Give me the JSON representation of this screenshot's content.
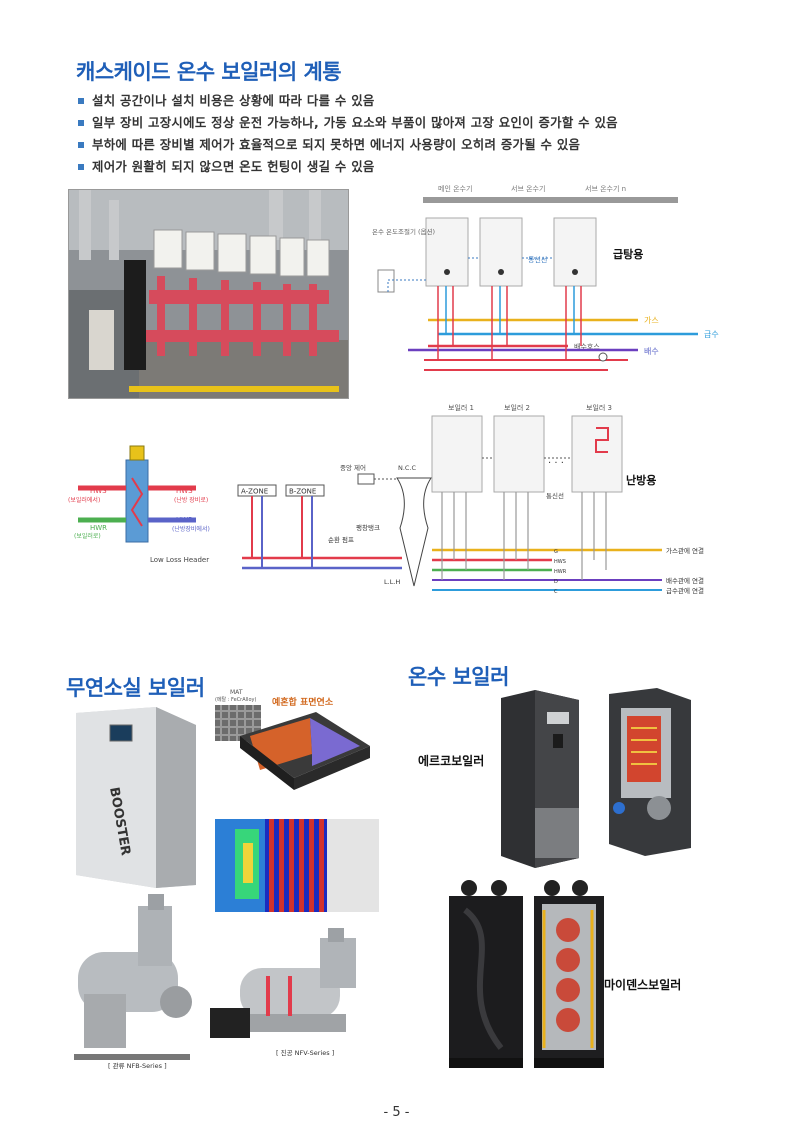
{
  "section1": {
    "title": "캐스케이드 온수 보일러의 계통",
    "bullets": [
      "설치 공간이나 설치 비용은 상황에 따라 다를 수 있음",
      "일부 장비 고장시에도 정상 운전 가능하나, 가동 요소와 부품이 많아져 고장 요인이 증가할 수 있음",
      "부하에 따른 장비별 제어가 효율적으로 되지 못하면 에너지 사용량이 오히려 증가될 수 있음",
      "제어가 원활히 되지 않으면 온도 헌팅이 생길 수 있음"
    ]
  },
  "hotwater_diagram": {
    "label": "급탕용",
    "units": [
      "메인 온수기",
      "서브 온수기",
      "서브 온수기 n"
    ],
    "controller": "온수 온도조절기 (옵션)",
    "comm": "통신선",
    "gas": "가스",
    "supply": "급수",
    "drain_hose": "배수호스",
    "drain": "배수"
  },
  "heating_diagram": {
    "label": "난방용",
    "boilers": [
      "보일러 1",
      "보일러 2",
      "보일러 3"
    ],
    "ellipsis": "· · ·",
    "zones": [
      "A-ZONE",
      "B-ZONE"
    ],
    "central": "중앙 제어",
    "ncc": "N.C.C",
    "comm": "통신선",
    "pump": "순환 펌프",
    "tank": "팽창탱크",
    "llh": "L.L.H",
    "lines": [
      "G",
      "HWS",
      "HWR",
      "D",
      "C"
    ],
    "gas_conn": "가스관에 연결",
    "drain_conn": "배수관에 연결",
    "supply_conn": "급수관에 연결"
  },
  "llh": {
    "hws": "HWS",
    "hws_from": "(보일러에서)",
    "hws_right": "HWS",
    "hws_to": "(난방 장비로)",
    "hwr": "HWR",
    "hwr_to": "(보일러로)",
    "hwr_right": "HWR",
    "hwr_from": "(난방장비에서)",
    "caption": "Low Loss Header"
  },
  "section2": {
    "title": "무연소실 보일러",
    "booster": "BOOSTER",
    "mat": "MAT",
    "mat_sub": "(메탈 : FeCrAlloy)",
    "premix": "예혼합 표면연소",
    "nfb": "[ 관류 NFB-Series ]",
    "nfv": "[ 진공 NFV-Series ]"
  },
  "section3": {
    "title": "온수 보일러",
    "erco": "에르코보일러",
    "mydens": "마이덴스보일러"
  },
  "page_number": "- 5 -",
  "colors": {
    "title": "#1f5fb8",
    "hot": "#e23b4b",
    "cold": "#5a63c8",
    "gas": "#e9b11c",
    "water": "#2d9cdb",
    "green": "#4caf50"
  }
}
